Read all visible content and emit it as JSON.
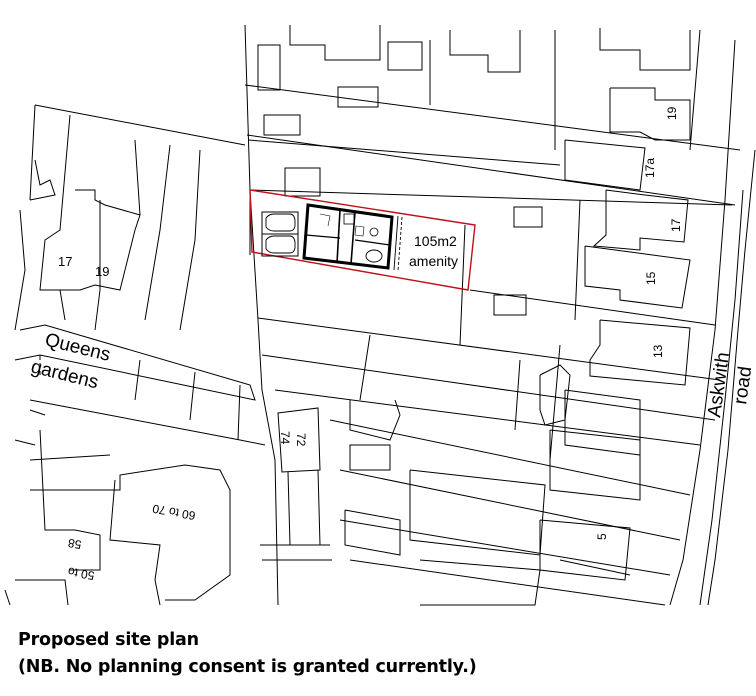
{
  "labels": {
    "plot_area": "105m2",
    "plot_area_sub": "amenity",
    "street_queens_1": "Queens",
    "street_queens_2": "gardens",
    "street_askwith_1": "Askwith",
    "street_askwith_2": "road",
    "house_19_top": "19",
    "house_17a": "17a",
    "house_17": "17",
    "house_15": "15",
    "house_13": "13",
    "house_5": "5",
    "house_17_left": "17",
    "house_19_left": "19",
    "house_72": "72",
    "house_74": "74",
    "house_60_70": "60 to 70",
    "house_58": "58",
    "house_50_to": "50 to"
  },
  "caption": {
    "line1": "Proposed site plan",
    "line2": "(NB. No planning consent is granted currently.)"
  },
  "colors": {
    "line": "#000000",
    "boundary": "#c0101a",
    "background": "#ffffff"
  }
}
